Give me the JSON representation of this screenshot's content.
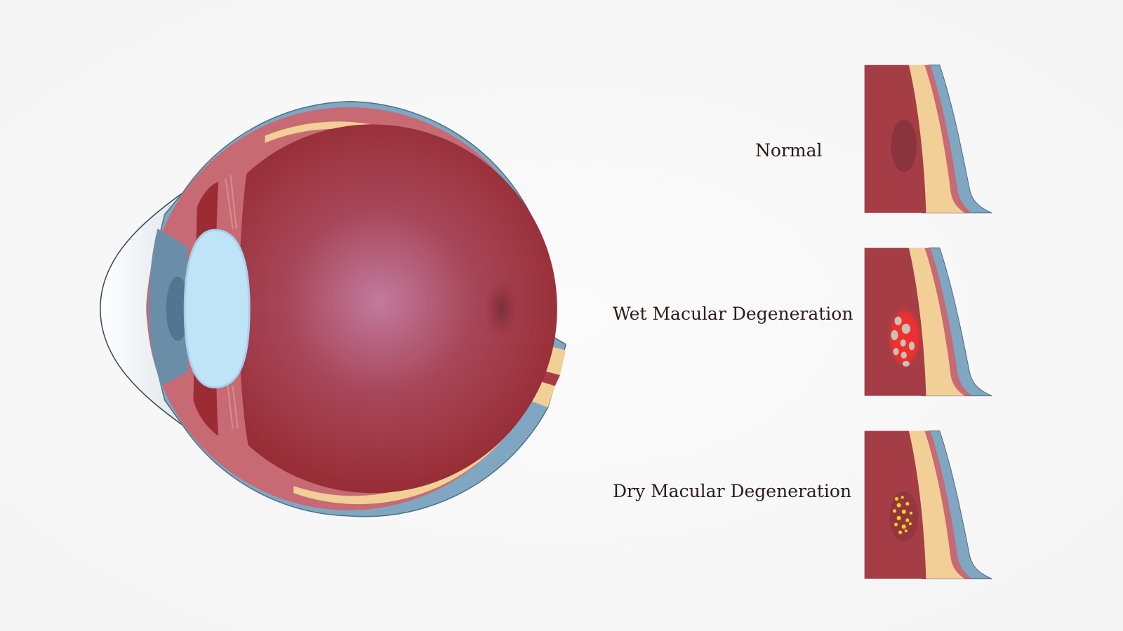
{
  "labels": {
    "normal": "Normal",
    "wet": "Wet Macular Degeneration",
    "dry": "Dry Macular Degeneration"
  },
  "colors": {
    "sclera": "#7fa7c2",
    "choroid": "#c76a74",
    "retina": "#f1cf97",
    "vitreous": "#9b2c33",
    "lens": "#bfe4f8",
    "iris": "#6b8ea8",
    "wet_lesion": "#ee3030",
    "dry_deposits": "#f5d020"
  }
}
